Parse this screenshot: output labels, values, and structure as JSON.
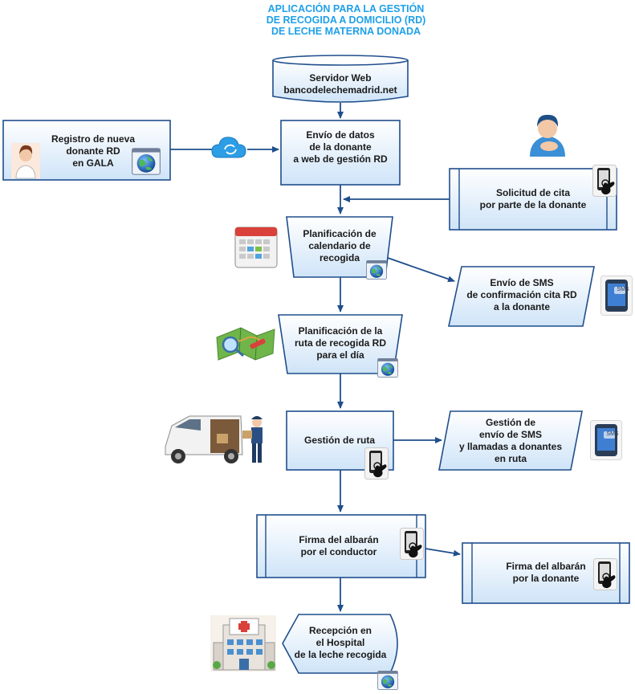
{
  "title": {
    "line1": "APLICACIÓN PARA LA GESTIÓN",
    "line2": "DE RECOGIDA A DOMICILIO (RD)",
    "line3": "DE LECHE MATERNA DONADA"
  },
  "nodes": {
    "server": {
      "line1": "Servidor Web",
      "line2": "bancodelechemadrid.net"
    },
    "registro": {
      "line1": "Registro de nueva",
      "line2": "donante RD",
      "line3": "en GALA"
    },
    "envio": {
      "line1": "Envío de datos",
      "line2": "de la donante",
      "line3": "a web de gestión RD"
    },
    "solicitud": {
      "line1": "Solicitud de cita",
      "line2": "por parte de la donante"
    },
    "planCal": {
      "line1": "Planificación de",
      "line2": "calendario de",
      "line3": "recogida"
    },
    "smsConf": {
      "line1": "Envío de  SMS",
      "line2": "de confirmación cita RD",
      "line3": "a la donante"
    },
    "planRuta": {
      "line1": "Planificación de la",
      "line2": "ruta de recogida RD",
      "line3": "para el día"
    },
    "gestRuta": {
      "line1": "Gestión de ruta"
    },
    "gestSms": {
      "line1": "Gestión de",
      "line2": "envío de  SMS",
      "line3": "y llamadas a donantes",
      "line4": "en ruta"
    },
    "firmaCond": {
      "line1": "Firma del albarán",
      "line2": "por el conductor"
    },
    "firmaDon": {
      "line1": "Firma del albarán",
      "line2": "por la donante"
    },
    "recepcion": {
      "line1": "Recepción en",
      "line2": "el Hospital",
      "line3": "de la leche recogida"
    }
  },
  "phone_badge": "SMS",
  "icons": [
    "globe-web-icon",
    "cloud-sync-icon",
    "calendar-icon",
    "map-icon",
    "van-driver-icon",
    "hospital-icon",
    "doctor-avatar-icon",
    "mother-baby-icon",
    "touch-phone-icon",
    "sms-phone-icon"
  ],
  "colors": {
    "title": "#1ea0e8",
    "stroke": "#1f4e8c",
    "fill_top": "#ffffff",
    "fill_bottom": "#cde3f7"
  }
}
